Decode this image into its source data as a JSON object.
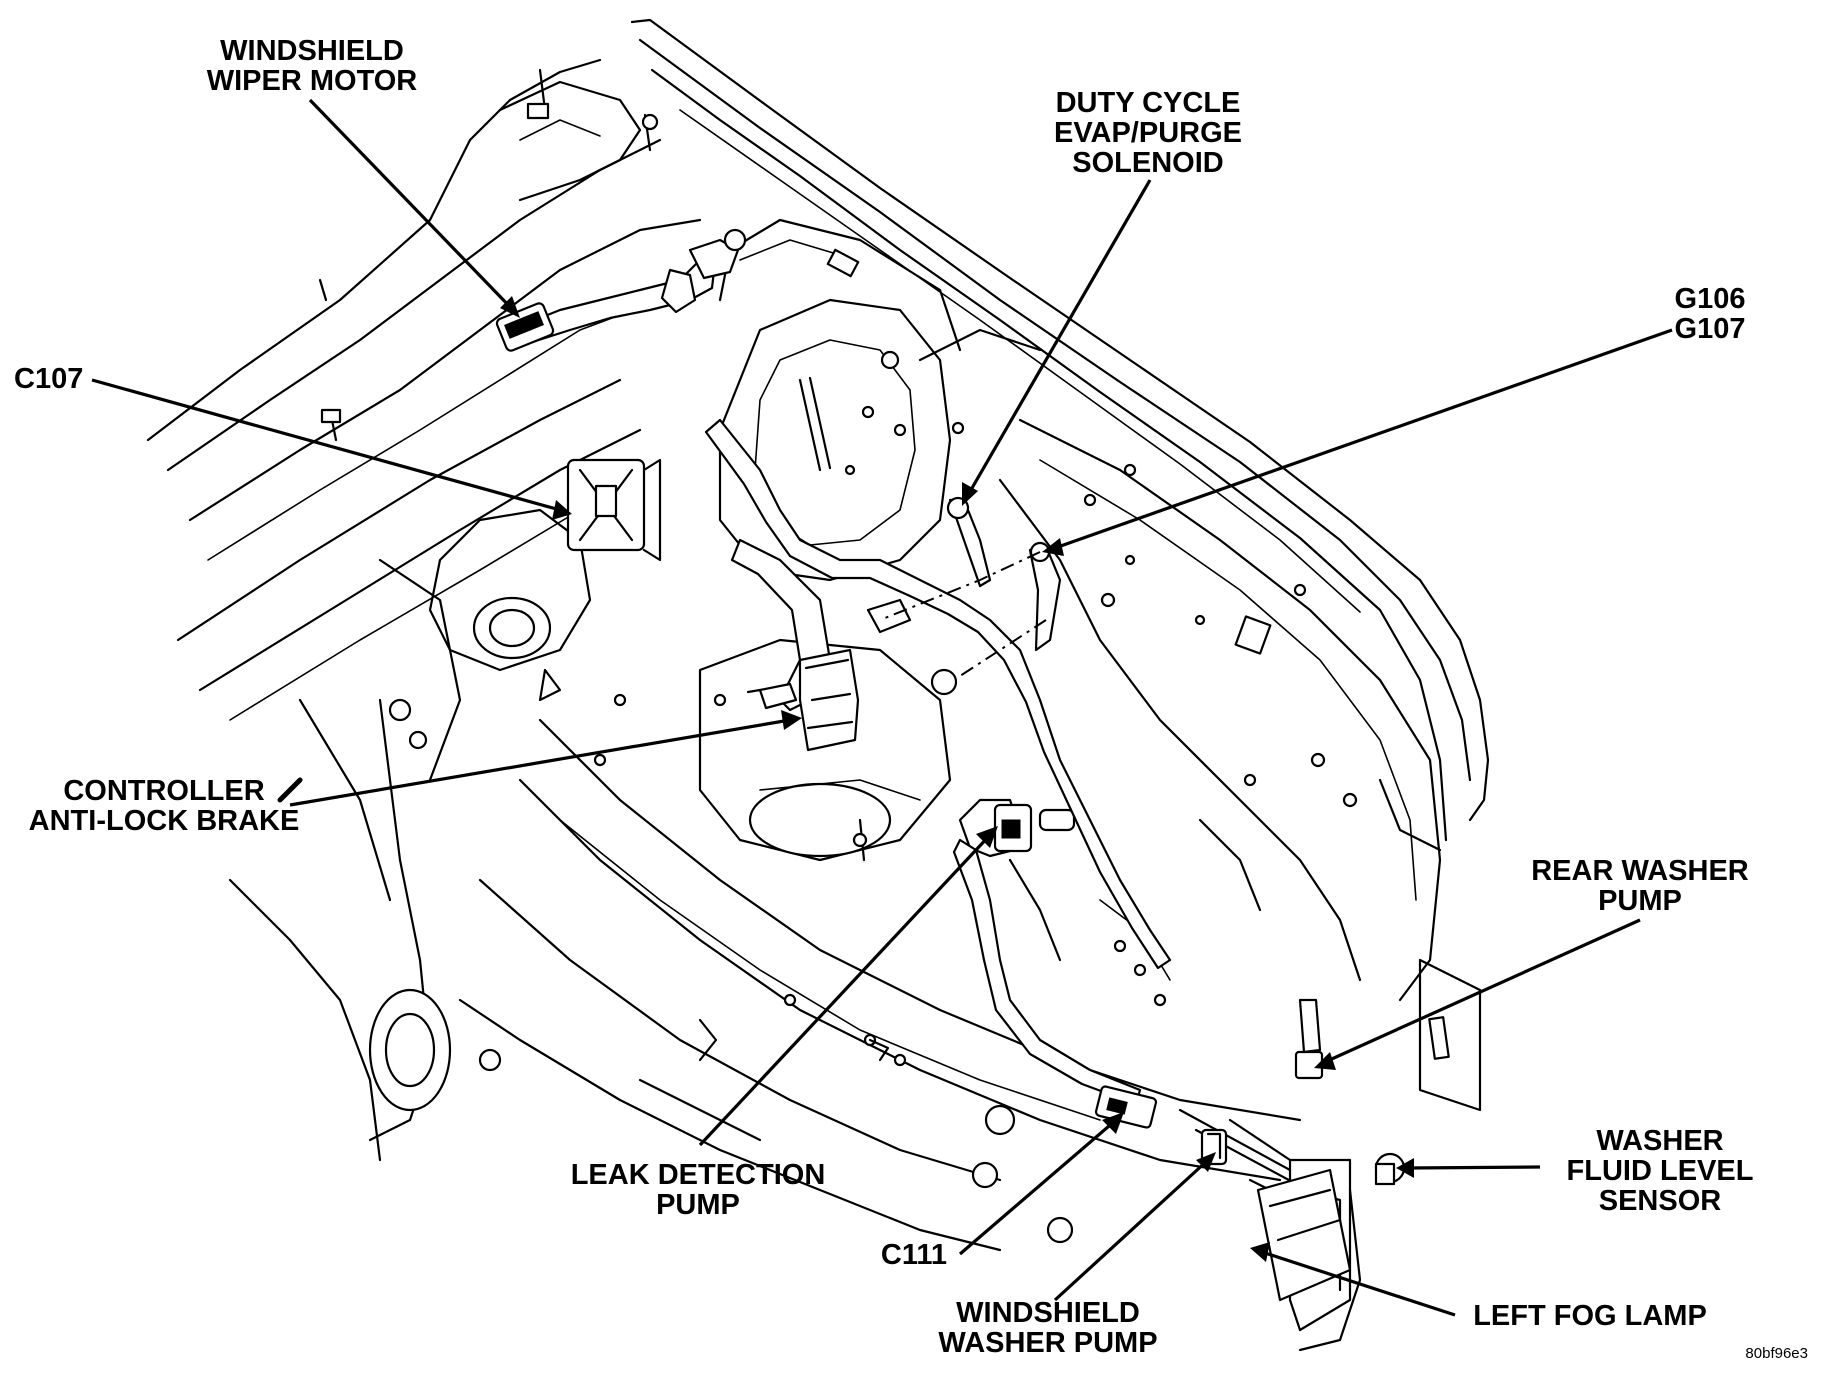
{
  "labels": {
    "wiper_motor": [
      "WINDSHIELD",
      "WIPER MOTOR"
    ],
    "duty_cycle": [
      "DUTY CYCLE",
      "EVAP/PURGE",
      "SOLENOID"
    ],
    "g106": [
      "G106",
      "G107"
    ],
    "c107": [
      "C107"
    ],
    "abs_controller": [
      "CONTROLLER",
      "ANTI-LOCK BRAKE"
    ],
    "rear_washer": [
      "REAR WASHER",
      "PUMP"
    ],
    "fluid_sensor": [
      "WASHER",
      "FLUID LEVEL",
      "SENSOR"
    ],
    "leak_pump": [
      "LEAK DETECTION",
      "PUMP"
    ],
    "c111": [
      "C111"
    ],
    "ws_washer": [
      "WINDSHIELD",
      "WASHER PUMP"
    ],
    "fog_lamp": [
      "LEFT FOG LAMP"
    ]
  },
  "figure_code": "80bf96e3"
}
